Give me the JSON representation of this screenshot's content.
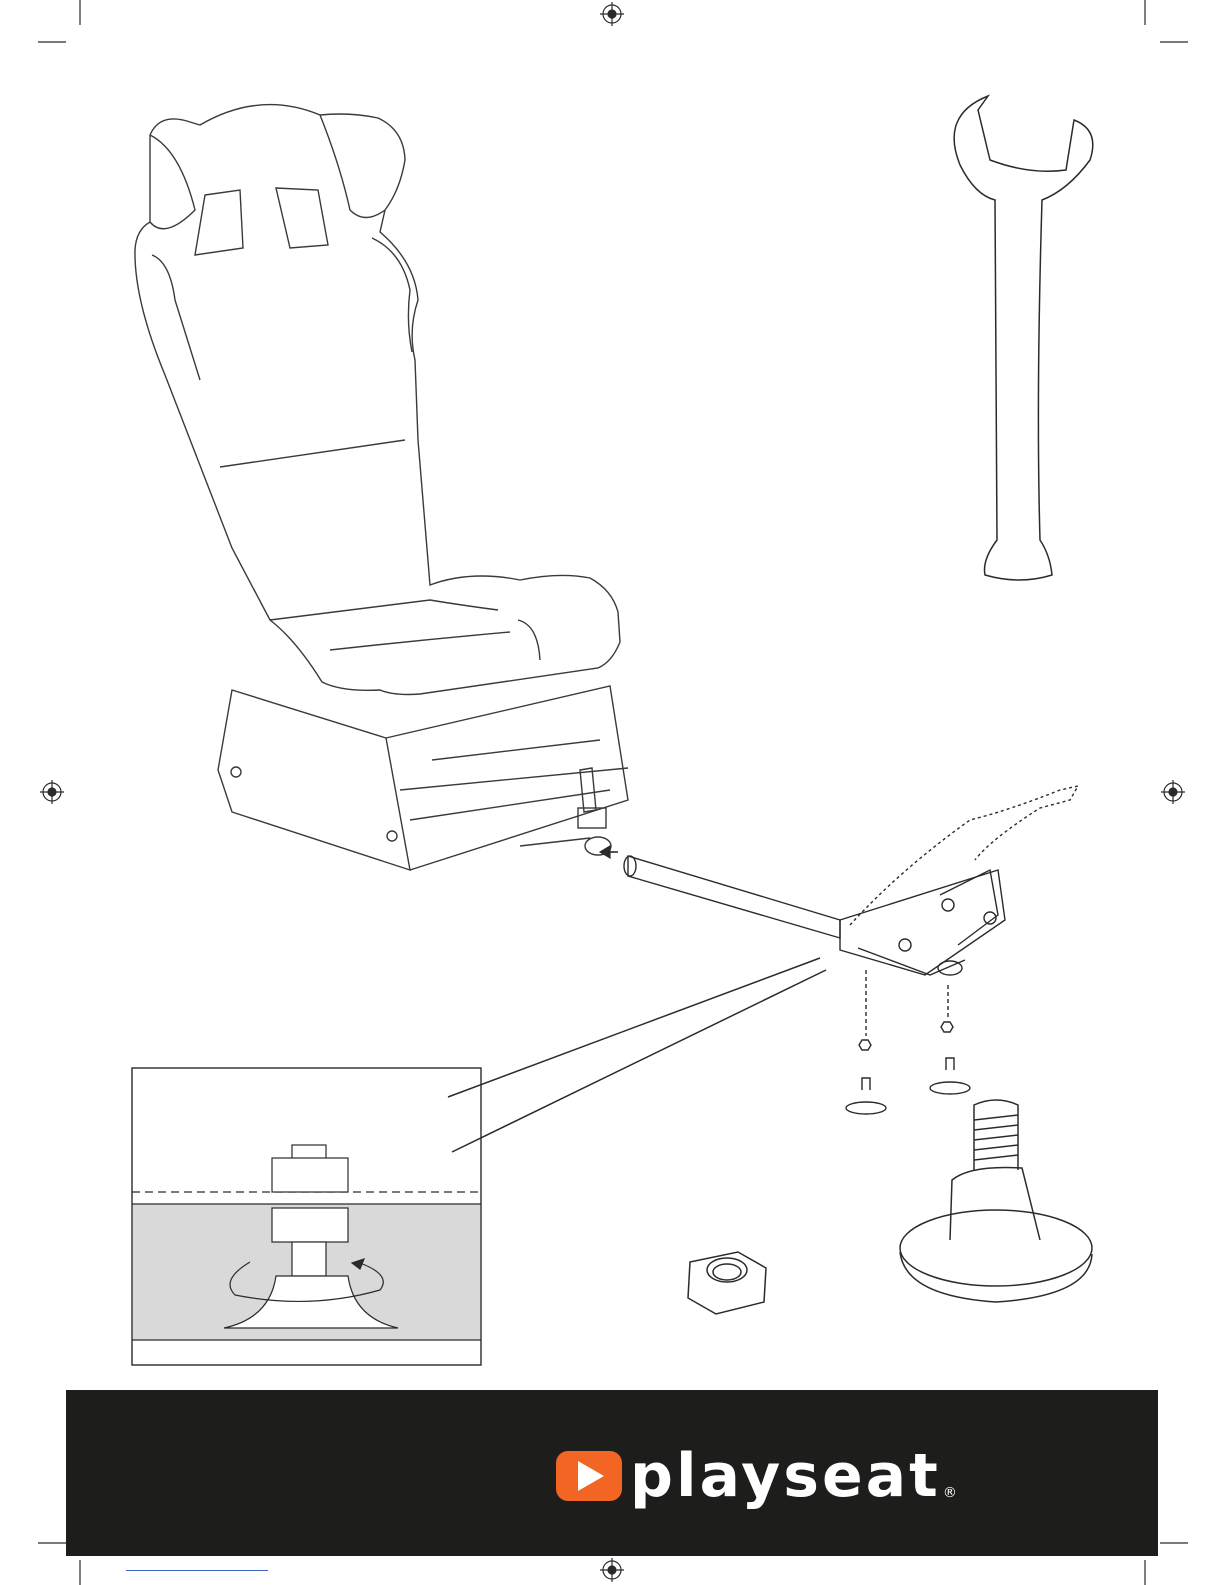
{
  "brand": {
    "name": "playseat",
    "registered": "®",
    "bar_color": "#1d1d1b",
    "accent_color": "#f26522",
    "text_color": "#ffffff"
  },
  "illustration": {
    "line_color": "#2b2b2b",
    "icons": [
      "registration-mark-icon",
      "racing-seat",
      "wrench",
      "gear-shifter-mount",
      "hex-nut",
      "leveling-foot"
    ]
  }
}
